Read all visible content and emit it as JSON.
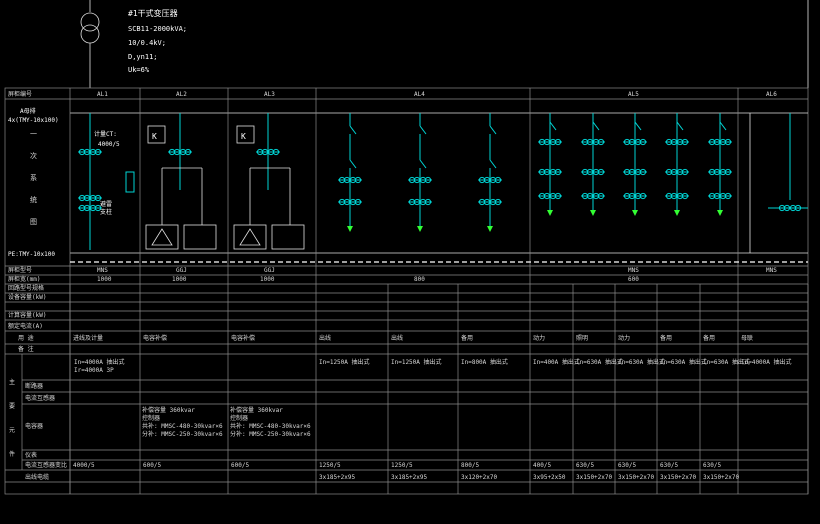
{
  "transformer": {
    "title": "#1干式变压器",
    "lines": [
      "SCB11-2000kVA;",
      "10/0.4kV;",
      "D,yn11;",
      "Uk=6%"
    ]
  },
  "header": {
    "cabinet_no_label": "屏柜编号",
    "cabinets": [
      "AL1",
      "AL2",
      "AL3",
      "AL4",
      "AL5",
      "AL6"
    ]
  },
  "busbar": {
    "label_1": "A母排",
    "label_2": "4x(TMY-10x100)"
  },
  "primary_system_label": [
    "一",
    "次",
    "系",
    "统",
    "图"
  ],
  "pe_label": "PE:TMY-10x100",
  "diagram_labels": {
    "k_mark": "K",
    "ct_label": "计量CT:",
    "ct_value": "4000/5",
    "al1_labels": [
      "避雷",
      "支柱"
    ]
  },
  "rows": {
    "model_label": "屏柜型号",
    "models": [
      "MNS",
      "GGJ",
      "GGJ",
      "",
      "MNS",
      "MNS"
    ],
    "width_label": "屏柜宽(mm)",
    "widths": [
      "1000",
      "1000",
      "1000",
      "800",
      "600",
      ""
    ],
    "spec_label": "回路型号规格",
    "capacity_label": "设备容量(kW)",
    "calc_label": "计算容量(kW)",
    "current_label": "额定电流(A)",
    "usage_label": "用 途",
    "usage": [
      "进线及计量",
      "电容补偿",
      "电容补偿",
      "出线",
      "出线",
      "备用",
      "动力",
      "照明",
      "动力",
      "备用",
      "备用",
      "母联"
    ],
    "remark_label": "备 注",
    "remark": [
      "",
      "",
      "",
      "In=1250A 抽出式",
      "In=1250A 抽出式",
      "In=800A 抽出式",
      "In=400A 抽出式",
      "In=630A 抽出式",
      "In=630A 抽出式",
      "In=630A 抽出式",
      "In=630A 抽出式",
      "In=4000A 抽出式"
    ]
  },
  "main_components": {
    "label": [
      "主",
      "要",
      "元",
      "件"
    ],
    "breaker_row_label": "断路器",
    "al1_breaker": "In=4000A 抽出式",
    "al1_breaker_spec": "Ir=4000A 3P",
    "ct_row_label": "电流互感器",
    "capacitor_row_label": "电容器",
    "capacitor_lines_al2": [
      "补偿容量 360kvar",
      "控制器",
      "共补: MMSC-480-30kvar×6",
      "分补: MMSC-250-30kvar×6"
    ],
    "capacitor_lines_al3": [
      "补偿容量 360kvar",
      "控制器",
      "共补: MMSC-480-30kvar×6",
      "分补: MMSC-250-30kvar×6"
    ],
    "meter_row_label": "仪表",
    "ct_ratio_row_label": "电流互感器变比",
    "ct_ratios": [
      "4000/5",
      "600/5",
      "600/5",
      "1250/5",
      "1250/5",
      "800/5",
      "400/5",
      "630/5",
      "630/5",
      "630/5",
      "630/5",
      ""
    ],
    "cable_row_label": "出线电缆",
    "cables": [
      "",
      "",
      "",
      "3x185+2x95",
      "3x185+2x95",
      "3x120+2x70",
      "3x95+2x50",
      "3x150+2x70",
      "3x150+2x70",
      "3x150+2x70",
      "3x150+2x70",
      ""
    ]
  },
  "colors": {
    "background": "#000000",
    "circuit": "#00d5d5",
    "lines": "#8a8a8a",
    "text": "#d8d8d8",
    "indicator": "#33ff33"
  }
}
